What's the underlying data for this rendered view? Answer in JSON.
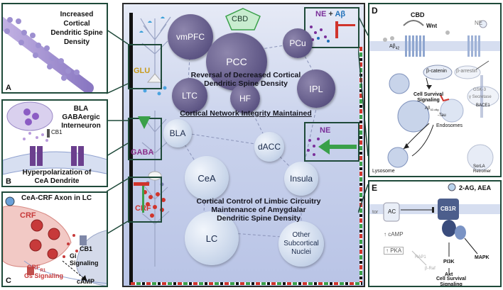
{
  "panels": {
    "a": {
      "letter": "A",
      "caption": "Increased\nCortical\nDendritic Spine\nDensity"
    },
    "b": {
      "letter": "B",
      "title": "BLA GABAergic\nInterneuron",
      "receptor": "CB1",
      "caption": "Hyperpolarization of\nCeA Dendrite"
    },
    "c": {
      "letter": "C",
      "title": "CeA-CRF Axon in LC",
      "crf": "CRF",
      "cb1": "CB1",
      "gi": "Gi Signaling",
      "crfr": "CRF",
      "crfr_sub": "R1",
      "gs": "Gs Signaling",
      "camp": "cAMP"
    },
    "d": {
      "letter": "D",
      "cbd": "CBD",
      "wnt": "Wnt",
      "ne": "NE",
      "abeta": "Aβ",
      "abeta_sub": "42",
      "beta_catenin": "β-catenin",
      "beta_arrestin": "β-arrestin",
      "survival": "Cell Survival\nSignaling",
      "abeta_olig": "Aβ",
      "abeta_olig_sub": "42-olig",
      "tau": "-Tau",
      "bace": "BACE1",
      "secretase": "γ Secretase",
      "endosomes": "Endosomes",
      "lysosome": "Lysosome",
      "sorla": "SorLA\nRetromer",
      "gsk": "GSK-3"
    },
    "e": {
      "letter": "E",
      "ligands": "2-AG, AEA",
      "cb1r": "CB1R",
      "ac": "AC",
      "tor": "tor",
      "camp": "↑ cAMP",
      "pka": "↑ PKA",
      "rap": "RAP1",
      "braf": "β-Raf",
      "pi3k": "PI3K",
      "akt": "Akt",
      "mapk": "MAPK",
      "survival": "Cell Survival\nSignaling"
    }
  },
  "center": {
    "cbd": "CBD",
    "ne_abeta": {
      "ne": "NE",
      "plus": "+",
      "ab": "Aβ"
    },
    "ne": "NE",
    "neurons": {
      "glu": "GLU",
      "gaba": "GABA",
      "crf": "CRF"
    },
    "regions": {
      "vmpfc": "vmPFC",
      "pcc": "PCC",
      "pcu": "PCu",
      "ltc": "LTC",
      "hf": "HF",
      "ipl": "IPL",
      "bla": "BLA",
      "dacc": "dACC",
      "cea": "CeA",
      "insula": "Insula",
      "lc": "LC",
      "other": "Other\nSubcortical\nNuclei"
    },
    "captions": {
      "reversal": "Reversal of Decreased Cortical\nDendritic Spine Density",
      "integrity": "Cortical Network Integrity Maintained",
      "control": "Cortical Control of Limbic Circuitry\nMaintenance of Amygdalar\nDendritic Spine Density"
    }
  },
  "colors": {
    "frame": "#1f4a3a",
    "dark_region": "#5d5584",
    "light_region": "#c9d6ea",
    "accent_red": "#d0342c",
    "accent_green": "#3aa04a",
    "ne_purple": "#7a2f9a",
    "glu_gold": "#c79a1b"
  }
}
